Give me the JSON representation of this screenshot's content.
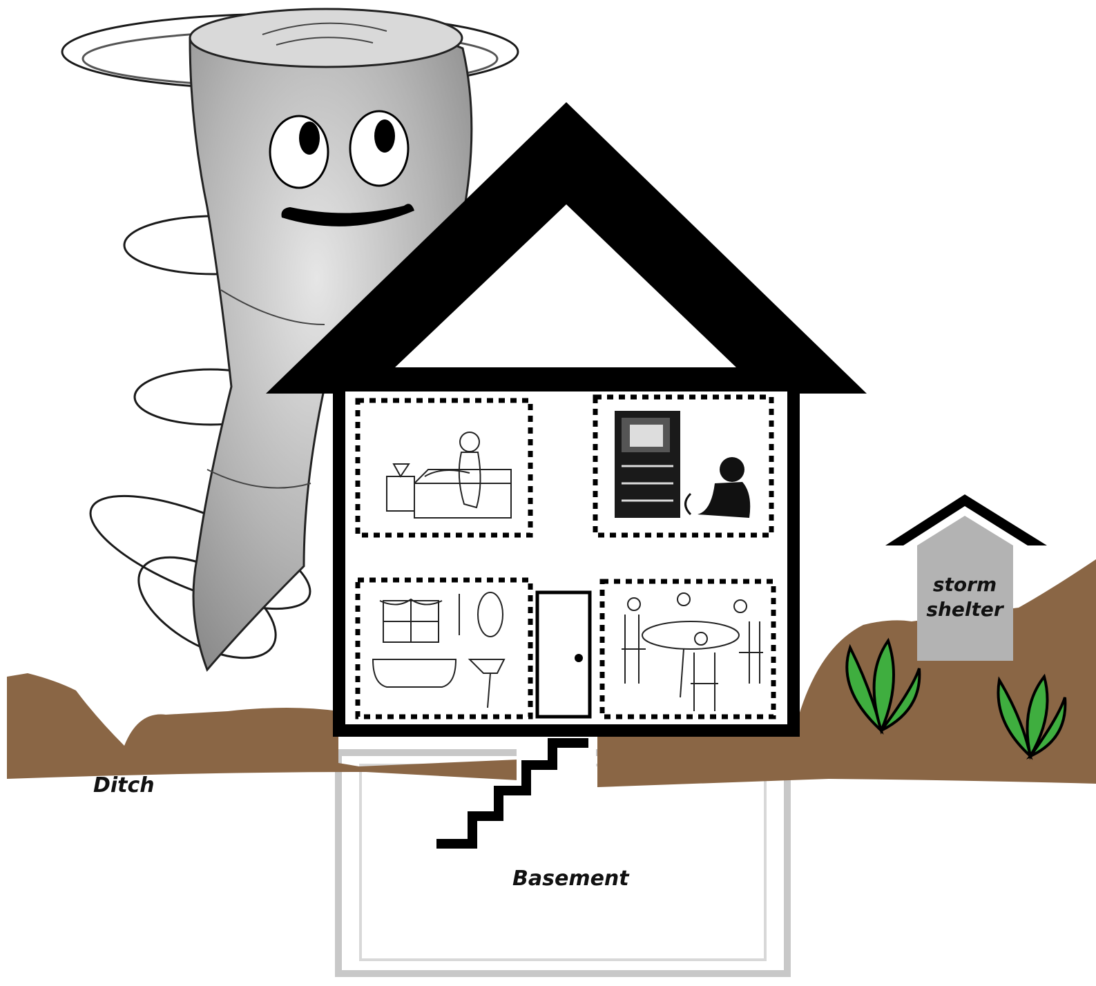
{
  "labels": {
    "ditch": "Ditch",
    "basement": "Basement",
    "shelter_line1": "storm",
    "shelter_line2": "shelter"
  },
  "colors": {
    "ground": "#8a6645",
    "roof": "#000000",
    "wall": "#000000",
    "basement_wall": "#c8c8c8",
    "shelter_body": "#b3b3b3",
    "plant": "#3fae3f",
    "tornado": "#a9a9a9"
  },
  "icons": {
    "tornado": "tornado-character-icon",
    "bedroom": "bedroom-scene-icon",
    "tv_room": "tv-room-scene-icon",
    "bathroom": "bathroom-scene-icon",
    "dining_room": "dining-room-scene-icon",
    "door": "door-icon",
    "stairs": "stairs-icon",
    "plant": "plant-icon"
  }
}
